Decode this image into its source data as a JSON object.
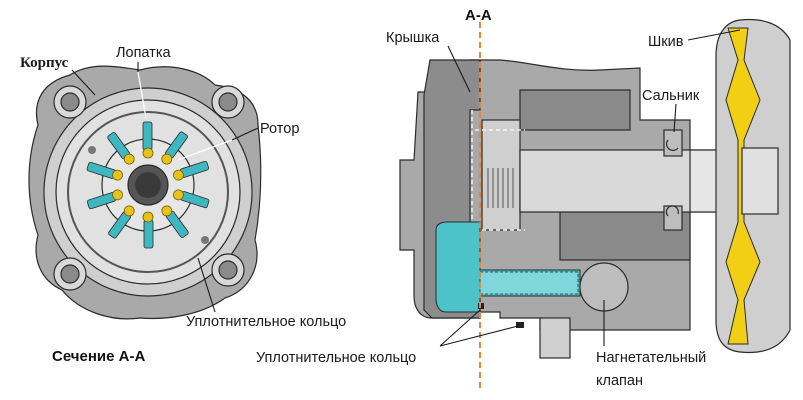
{
  "labels": {
    "housing": "Корпус",
    "vane": "Лопатка",
    "rotor": "Ротор",
    "seal_ring_left": "Уплотнительное кольцо",
    "section_caption": "Сечение А-А",
    "section_mark": "А-А",
    "cover": "Крышка",
    "pulley": "Шкив",
    "oil_seal": "Сальник",
    "seal_ring_bottom": "Уплотнительное кольцо",
    "pressure_valve_line1": "Нагнетательный",
    "pressure_valve_line2": "клапан"
  },
  "colors": {
    "housing": "#a9a9a9",
    "dark_metal": "#7f7f7f",
    "light_metal": "#d6d6d6",
    "vane": "#3fb7c1",
    "fluid": "#4cc3c9",
    "pin": "#e8c21a",
    "pulley": "#f1cf15",
    "section_line": "#e9843a"
  }
}
